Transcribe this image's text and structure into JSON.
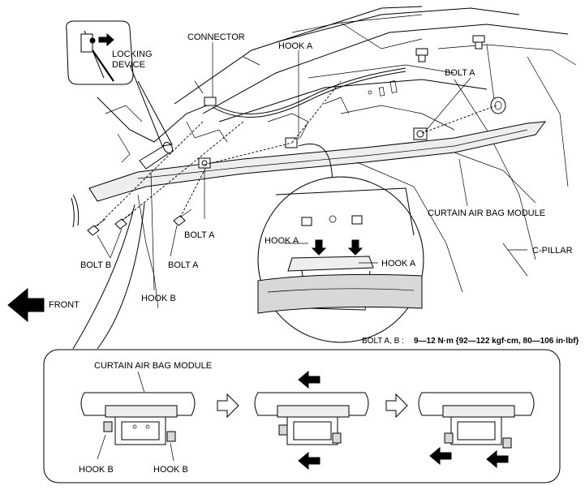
{
  "labels": {
    "connector": "CONNECTOR",
    "locking_device_1": "LOCKING",
    "locking_device_2": "DEVICE",
    "hook_a_top": "HOOK A",
    "bolt_a_top": "BOLT A",
    "curtain_air_bag_module": "CURTAIN AIR BAG MODULE",
    "c_pillar": "C-PILLAR",
    "bolt_a_mid": "BOLT A",
    "bolt_a_low": "BOLT A",
    "bolt_b": "BOLT B",
    "hook_b": "HOOK B",
    "front": "FRONT",
    "detail_hook_a_left": "HOOK A",
    "detail_hook_a_right": "HOOK A",
    "torque_prefix": "BOLT A, B :",
    "torque_value": "9—12 N·m {92—122 kgf·cm, 80—106 in·lbf}"
  },
  "bottom_panel": {
    "title": "CURTAIN AIR BAG MODULE",
    "hook_b_left": "HOOK B",
    "hook_b_right": "HOOK B"
  },
  "icons": [
    "arrow-right-outline-icon",
    "arrow-left-filled-icon"
  ]
}
